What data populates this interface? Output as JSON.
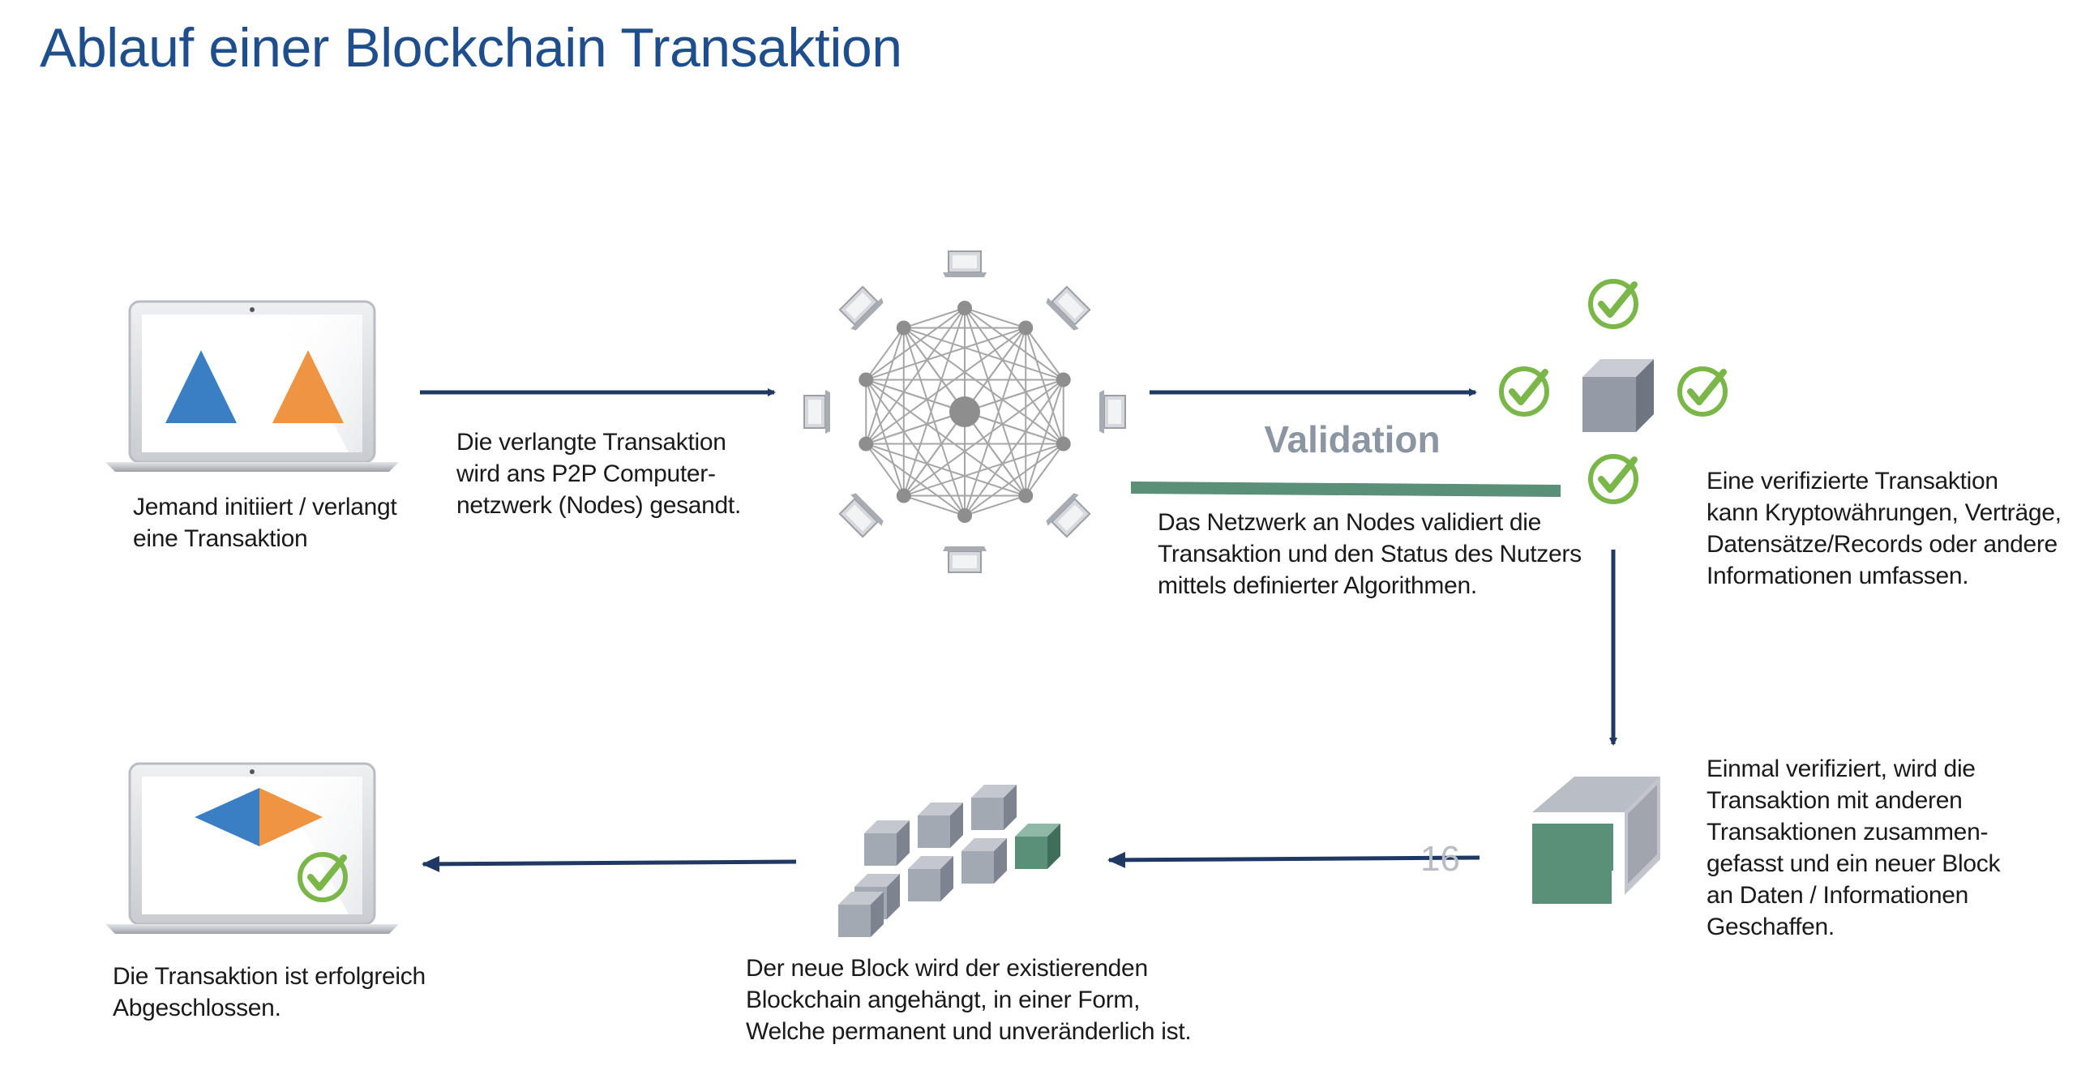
{
  "title": "Ablauf einer Blockchain Transaktion",
  "validation_label": "Validation",
  "page_number": "16",
  "steps": {
    "initiate": "Jemand initiiert / verlangt\neine Transaktion",
    "send": "Die verlangte Transaktion\nwird ans P2P Computer-\nnetzwerk (Nodes) gesandt.",
    "validate": "Das Netzwerk an Nodes validiert die\nTransaktion und den Status des Nutzers\nmittels definierter Algorithmen.",
    "verified": "Eine verifizierte Transaktion\nkann Kryptowährungen, Verträge,\nDatensätze/Records oder andere\nInformationen umfassen.",
    "new_block": "Einmal verifiziert, wird die\nTransaktion mit anderen\nTransaktionen zusammen-\ngefasst und ein neuer Block\nan Daten / Informationen\nGeschaffen.",
    "append": "Der neue Block wird der existierenden\nBlockchain angehängt, in einer Form,\nWelche permanent und unveränderlich ist.",
    "complete": "Die Transaktion ist erfolgreich\nAbgeschlossen."
  },
  "colors": {
    "title": "#1f4e8c",
    "arrow": "#1f3864",
    "blue_shape": "#3a7fc4",
    "orange_shape": "#ee9443",
    "check_green": "#7ab648",
    "block_green": "#5a8f78",
    "cube_gray": "#959ba6",
    "network_gray": "#9a9a9a"
  },
  "icons": [
    "laptop-icon",
    "network-nodes-icon",
    "cube-icon",
    "check-icon",
    "block-icon",
    "blockchain-icon",
    "arrow-right-icon",
    "arrow-down-icon",
    "arrow-left-icon"
  ]
}
